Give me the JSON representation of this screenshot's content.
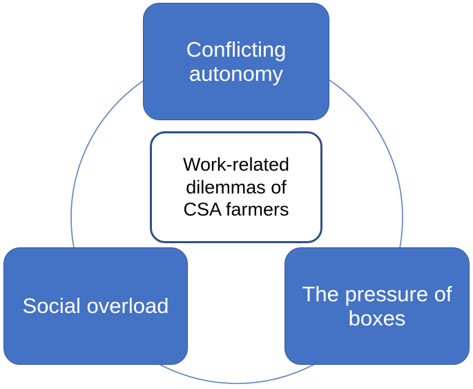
{
  "diagram": {
    "center": {
      "line1": "Work-related",
      "line2": "dilemmas of",
      "line3": "CSA farmers"
    },
    "nodes": {
      "top": {
        "line1": "Conflicting",
        "line2": "autonomy"
      },
      "left": {
        "line1": "Social overload"
      },
      "right": {
        "line1": "The pressure of",
        "line2": "boxes"
      }
    }
  },
  "colors": {
    "node_fill": "#4472c4",
    "node_text": "#ffffff",
    "ring": "#5b7fbf",
    "center_border": "#2f4f86"
  }
}
